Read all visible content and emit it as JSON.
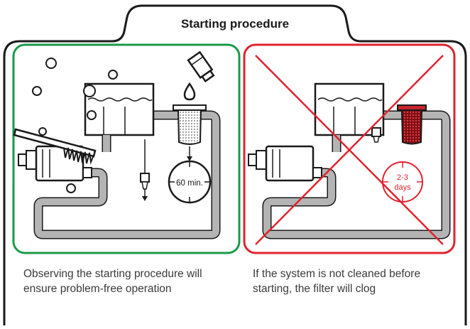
{
  "title": "Starting procedure",
  "panels": {
    "left": {
      "timer_label": "60 min.",
      "caption": "Observing the starting procedure will ensure problem-free operation",
      "frame_color": "#1a9a48"
    },
    "right": {
      "timer_label_line1": "2-3",
      "timer_label_line2": "days",
      "caption": "If the system is not cleaned before starting, the filter will clog",
      "frame_color": "#e0232e"
    }
  },
  "colors": {
    "outline": "#1a1a1a",
    "pipe": "#b4b4b4",
    "clean_filter": "#cfcfcf",
    "clogged_filter": "#c8242c"
  }
}
